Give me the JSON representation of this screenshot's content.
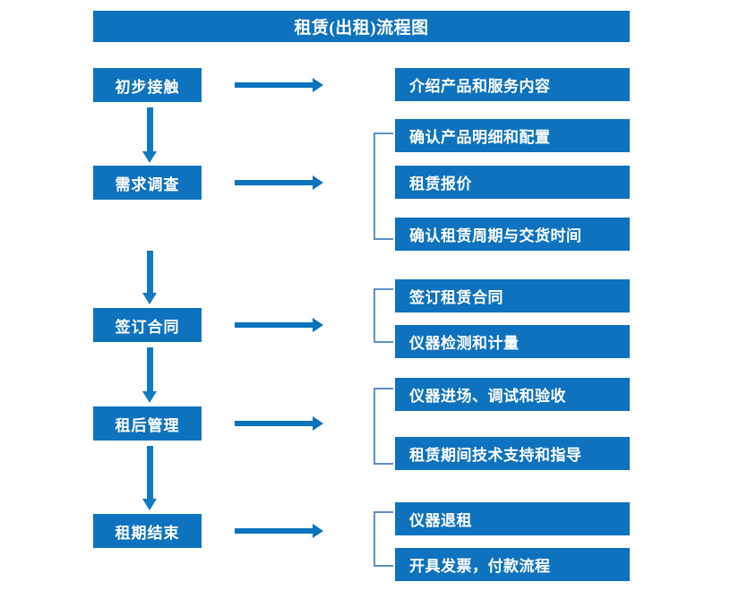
{
  "diagram": {
    "title": "租赁(出租)流程图",
    "accent_color": "#0F72BE",
    "arrow_color": "#0B72BC",
    "bracket_color": "#5B8FC9",
    "text_color": "#FFFFFF"
  },
  "stages": [
    {
      "label": "初步接触"
    },
    {
      "label": "需求调查"
    },
    {
      "label": "签订合同"
    },
    {
      "label": "租后管理"
    },
    {
      "label": "租期结束"
    }
  ],
  "details": {
    "group1": [
      {
        "label": "介绍产品和服务内容"
      }
    ],
    "group2": [
      {
        "label": "确认产品明细和配置"
      },
      {
        "label": "租赁报价"
      },
      {
        "label": "确认租赁周期与交货时间"
      }
    ],
    "group3": [
      {
        "label": "签订租赁合同"
      },
      {
        "label": "仪器检测和计量"
      }
    ],
    "group4": [
      {
        "label": "仪器进场、调试和验收"
      },
      {
        "label": "租赁期间技术支持和指导"
      }
    ],
    "group5": [
      {
        "label": "仪器退租"
      },
      {
        "label": "开具发票，付款流程"
      }
    ]
  }
}
